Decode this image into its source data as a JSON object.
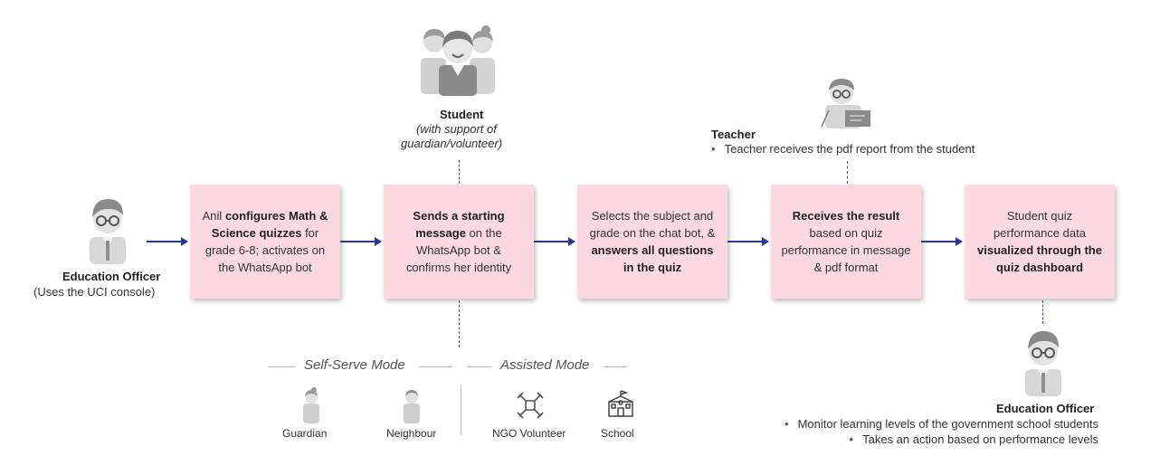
{
  "actors": {
    "education_officer_left": {
      "name": "Education Officer",
      "note": "(Uses the UCI console)"
    },
    "student": {
      "name": "Student",
      "note_line1": "(with support of",
      "note_line2": "guardian/volunteer)"
    },
    "teacher": {
      "name": "Teacher",
      "bullet": "Teacher receives the pdf report from the student"
    },
    "education_officer_right": {
      "name": "Education Officer",
      "bullets": [
        "Monitor learning levels of the government school students",
        "Takes an action based on performance levels"
      ]
    }
  },
  "steps": [
    {
      "parts": [
        [
          "Anil ",
          false
        ],
        [
          "configures Math & Science quizzes",
          true
        ],
        [
          " for grade 6-8; activates on the WhatsApp bot",
          false
        ]
      ]
    },
    {
      "parts": [
        [
          "Sends a starting message",
          true
        ],
        [
          " on the WhatsApp bot & confirms her identity",
          false
        ]
      ]
    },
    {
      "parts": [
        [
          "Selects the subject and grade on the chat bot, & ",
          false
        ],
        [
          "answers all questions in the quiz",
          true
        ]
      ]
    },
    {
      "parts": [
        [
          "Receives the result",
          true
        ],
        [
          " based on quiz performance in message & pdf format",
          false
        ]
      ]
    },
    {
      "parts": [
        [
          "Student quiz performance data ",
          false
        ],
        [
          "visualized through the quiz dashboard",
          true
        ]
      ]
    }
  ],
  "modes": {
    "self_serve": {
      "title": "Self-Serve Mode",
      "items": [
        {
          "label": "Guardian",
          "icon": "guardian-icon"
        },
        {
          "label": "Neighbour",
          "icon": "neighbour-icon"
        }
      ]
    },
    "assisted": {
      "title": "Assisted Mode",
      "items": [
        {
          "label": "NGO Volunteer",
          "icon": "ngo-volunteer-icon"
        },
        {
          "label": "School",
          "icon": "school-icon"
        }
      ]
    }
  },
  "colors": {
    "step_fill": "#fcd9e0",
    "arrow": "#2c3790",
    "icon_gray": "#9a9a9a"
  }
}
